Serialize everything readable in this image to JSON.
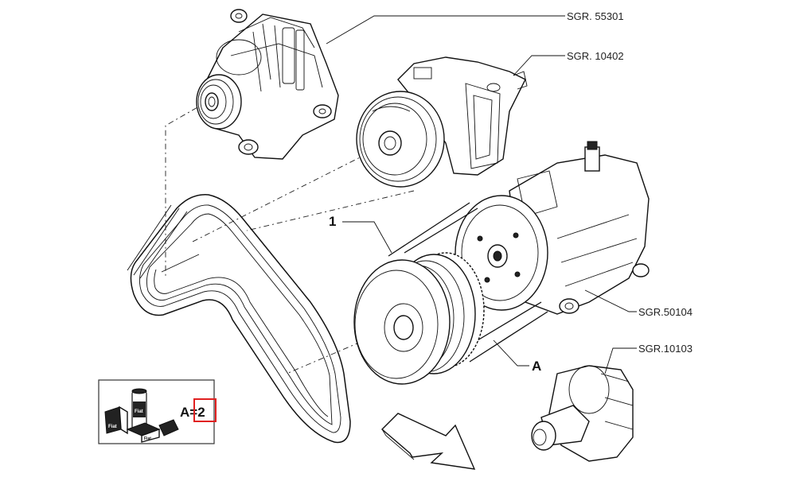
{
  "labels": {
    "alternator_ref": "SGR. 55301",
    "water_pump_ref": "SGR. 10402",
    "ac_compressor_ref": "SGR.50104",
    "crankshaft_ref": "SGR.10103",
    "item_number": "1",
    "belt_label": "A"
  },
  "legend": {
    "quantity_text": "A=2",
    "can_label": "Fiat",
    "box_left_label": "Fiat",
    "box_right_label": "Fiat"
  },
  "colors": {
    "line": "#111111",
    "highlight": "#e02020",
    "background": "#ffffff"
  },
  "icons": [
    "arrow-icon",
    "oil-can-icon"
  ]
}
